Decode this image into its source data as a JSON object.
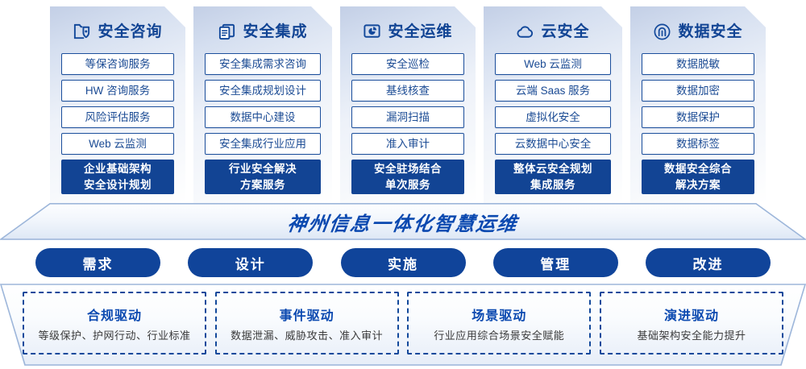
{
  "pillars": [
    {
      "icon": "folder-shield-icon",
      "title": "安全咨询",
      "items": [
        "等保咨询服务",
        "HW 咨询服务",
        "风险评估服务",
        "Web 云监测"
      ],
      "summary": [
        "企业基础架构",
        "安全设计规划"
      ]
    },
    {
      "icon": "layered-documents-icon",
      "title": "安全集成",
      "items": [
        "安全集成需求咨询",
        "安全集成规划设计",
        "数据中心建设",
        "安全集成行业应用"
      ],
      "summary": [
        "行业安全解决",
        "方案服务"
      ]
    },
    {
      "icon": "monitor-chart-icon",
      "title": "安全运维",
      "items": [
        "安全巡检",
        "基线核查",
        "漏洞扫描",
        "准入审计"
      ],
      "summary": [
        "安全驻场结合",
        "单次服务"
      ]
    },
    {
      "icon": "cloud-icon",
      "title": "云安全",
      "items": [
        "Web 云监测",
        "云端 Saas 服务",
        "虚拟化安全",
        "云数据中心安全"
      ],
      "summary": [
        "整体云安全规划",
        "集成服务"
      ]
    },
    {
      "icon": "fingerprint-icon",
      "title": "数据安全",
      "items": [
        "数据脱敏",
        "数据加密",
        "数据保护",
        "数据标签"
      ],
      "summary": [
        "数据安全综合",
        "解决方案"
      ]
    }
  ],
  "banner": {
    "text": "神州信息一体化智慧运维"
  },
  "pills": [
    {
      "label": "需求"
    },
    {
      "label": "设计"
    },
    {
      "label": "实施"
    },
    {
      "label": "管理"
    },
    {
      "label": "改进"
    }
  ],
  "drivers": [
    {
      "title": "合规驱动",
      "desc": "等级保护、护网行动、行业标准"
    },
    {
      "title": "事件驱动",
      "desc": "数据泄漏、威胁攻击、准入审计"
    },
    {
      "title": "场景驱动",
      "desc": "行业应用综合场景安全赋能"
    },
    {
      "title": "演进驱动",
      "desc": "基础架构安全能力提升"
    }
  ],
  "colors": {
    "brand_blue": "#124494",
    "title_blue": "#114494",
    "accent_blue": "#0b49b0",
    "panel_light": "#eef2f9"
  }
}
